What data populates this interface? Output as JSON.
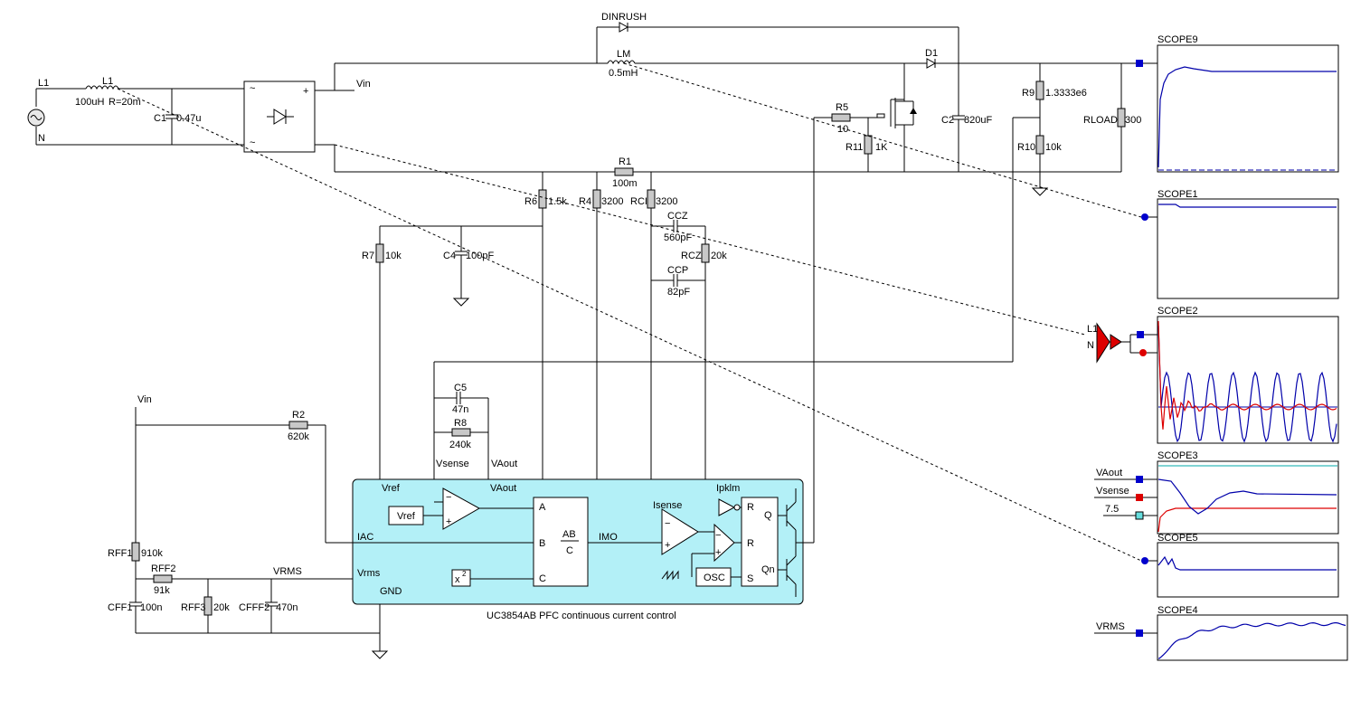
{
  "labels": {
    "L1_src": "L1",
    "N_src": "N",
    "L1_ind": "L1",
    "L1_val": "100uH",
    "L1_r": "R=20m",
    "C1": "C1",
    "C1_val": "0.47u",
    "Vin_top": "Vin",
    "DINRUSH": "DINRUSH",
    "LM": "LM",
    "LM_val": "0.5mH",
    "D1": "D1",
    "R5": "R5",
    "R5_val": "10",
    "R11": "R11",
    "R11_val": "1K",
    "C2": "C2",
    "C2_val": "820uF",
    "R9": "R9",
    "R9_val": "1.3333e6",
    "R10": "R10",
    "R10_val": "10k",
    "RLOAD": "RLOAD",
    "RLOAD_val": "300",
    "R1": "R1",
    "R1_val": "100m",
    "R6": "R6",
    "R6_val": "1.5k",
    "R4": "R4",
    "R4_val": "3200",
    "RCI": "RCI",
    "RCI_val": "3200",
    "R7": "R7",
    "R7_val": "10k",
    "C4": "C4",
    "C4_val": "100pF",
    "CCZ": "CCZ",
    "CCZ_val": "560pF",
    "RCZ": "RCZ",
    "RCZ_val": "20k",
    "CCP": "CCP",
    "CCP_val": "82pF",
    "C5": "C5",
    "C5_val": "47n",
    "R8": "R8",
    "R8_val": "240k",
    "Vin_left": "Vin",
    "R2": "R2",
    "R2_val": "620k",
    "RFF1": "RFF1",
    "RFF1_val": "910k",
    "RFF2": "RFF2",
    "RFF2_val": "91k",
    "VRMS_net": "VRMS",
    "CFF1": "CFF1",
    "CFF1_val": "100n",
    "RFF3": "RFF3",
    "RFF3_val": "20k",
    "CFFF2": "CFFF2",
    "CFFF2_val": "470n",
    "Vsense": "Vsense",
    "VAout": "VAout",
    "ic_caption": "UC3854AB PFC continuous current control",
    "ic_Vref": "Vref",
    "ic_Vref_box": "Vref",
    "ic_VAout": "VAout",
    "ic_A": "A",
    "ic_B": "B",
    "ic_C": "C",
    "ic_AB": "AB",
    "ic_C2": "C",
    "ic_IMO": "IMO",
    "ic_Isense": "Isense",
    "ic_Ipklm": "Ipklm",
    "ic_R1": "R",
    "ic_R2": "R",
    "ic_S": "S",
    "ic_Q": "Q",
    "ic_Qn": "Qn",
    "ic_OSC": "OSC",
    "ic_IAC": "IAC",
    "ic_Vrms": "Vrms",
    "ic_GND": "GND",
    "ic_x": "x",
    "ic_sq": "2",
    "minus": "−",
    "plus": "+",
    "bridge_plus": "+",
    "bridge_tilde": "~",
    "vs_L1": "L1",
    "vs_N": "N"
  },
  "scopes": {
    "scope9": {
      "title": "SCOPE9",
      "trace_color": "#0000aa"
    },
    "scope1": {
      "title": "SCOPE1",
      "trace_color": "#0000aa"
    },
    "scope2": {
      "title": "SCOPE2",
      "trace_colors": [
        "#0000aa",
        "#dd0000"
      ]
    },
    "scope3": {
      "title": "SCOPE3",
      "trace_colors": [
        "#0000aa",
        "#dd0000",
        "#00aaaa"
      ],
      "inputs": [
        "VAout",
        "Vsense",
        "7.5"
      ]
    },
    "scope5": {
      "title": "SCOPE5",
      "trace_color": "#0000aa"
    },
    "scope4": {
      "title": "SCOPE4",
      "trace_color": "#0000aa",
      "input": "VRMS"
    }
  },
  "colors": {
    "ic_fill": "#b3f0f7",
    "wire": "#000000",
    "port_blue": "#0000cc",
    "port_red": "#dd0000"
  }
}
